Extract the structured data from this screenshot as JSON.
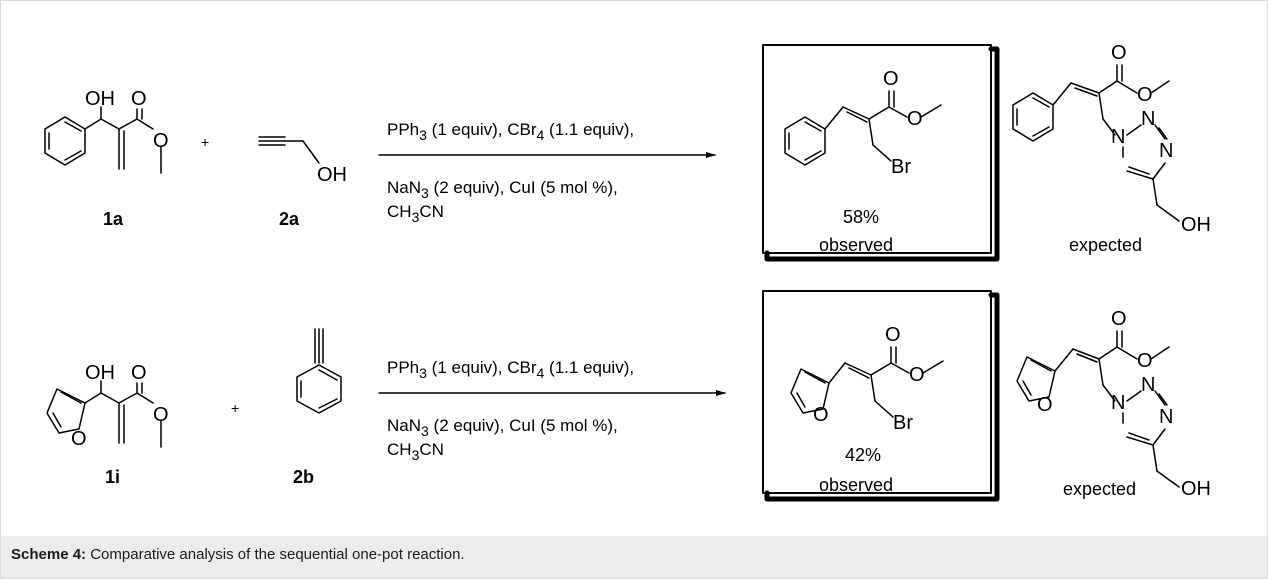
{
  "scheme": {
    "row1": {
      "reactant1_label": "1a",
      "reactant2_label": "2a",
      "plus": "+",
      "cond_line1": {
        "p1": "PPh",
        "s1": "3",
        "p2": " (1 equiv), CBr",
        "s2": "4",
        "p3": " (1.1 equiv),"
      },
      "cond_line2": {
        "p1": "NaN",
        "s1": "3",
        "p2": " (2 equiv), CuI (5 mol %),"
      },
      "cond_line3": {
        "p1": "CH",
        "s1": "3",
        "p2": "CN"
      },
      "yield": "58%",
      "observed_label": "observed",
      "expected_label": "expected"
    },
    "row2": {
      "reactant1_label": "1i",
      "reactant2_label": "2b",
      "plus": "+",
      "cond_line1": {
        "p1": "PPh",
        "s1": "3",
        "p2": " (1 equiv),  CBr",
        "s2": "4",
        "p3": " (1.1 equiv),"
      },
      "cond_line2": {
        "p1": "NaN",
        "s1": "3",
        "p2": " (2 equiv), CuI (5 mol %),"
      },
      "cond_line3": {
        "p1": "CH",
        "s1": "3",
        "p2": "CN"
      },
      "yield": "42%",
      "observed_label": "observed",
      "expected_label": "expected"
    },
    "atoms": {
      "OH": "OH",
      "O": "O",
      "Br": "Br",
      "N": "N"
    }
  },
  "caption": {
    "label": "Scheme 4:",
    "text": " Comparative analysis of the sequential one-pot reaction."
  }
}
